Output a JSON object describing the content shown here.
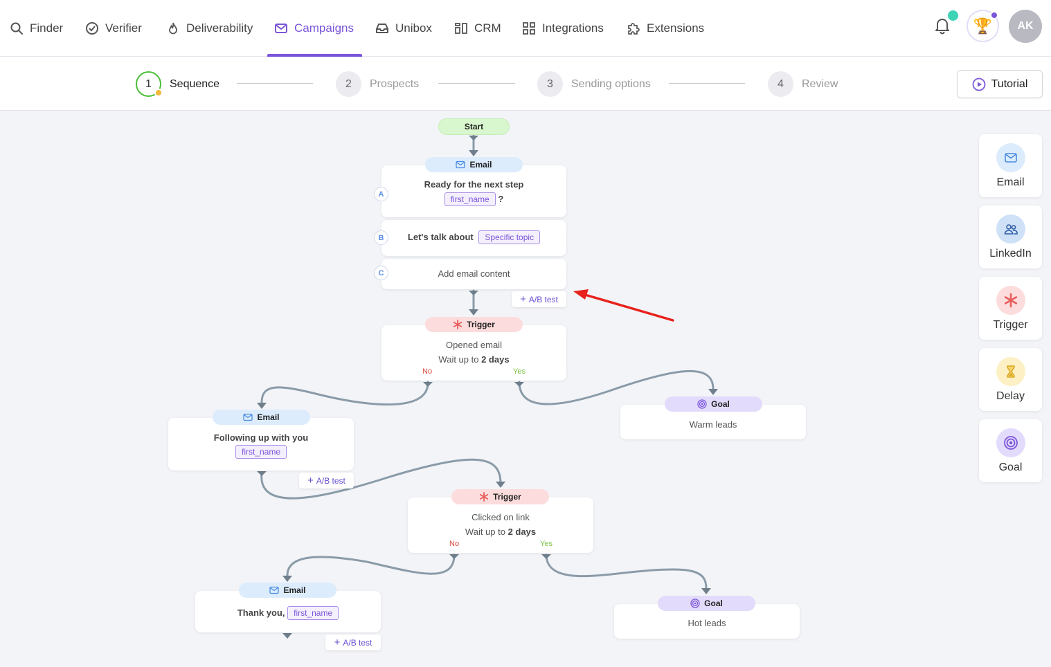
{
  "nav": {
    "items": [
      {
        "label": "Finder",
        "icon": "search-icon"
      },
      {
        "label": "Verifier",
        "icon": "check-circle-icon"
      },
      {
        "label": "Deliverability",
        "icon": "flame-icon"
      },
      {
        "label": "Campaigns",
        "icon": "mail-icon",
        "active": true
      },
      {
        "label": "Unibox",
        "icon": "inbox-icon"
      },
      {
        "label": "CRM",
        "icon": "crm-icon"
      },
      {
        "label": "Integrations",
        "icon": "grid-icon"
      },
      {
        "label": "Extensions",
        "icon": "puzzle-icon"
      }
    ],
    "avatar_initials": "AK",
    "trophy_icon": "🏆"
  },
  "stepper": {
    "steps": [
      {
        "num": "1",
        "label": "Sequence"
      },
      {
        "num": "2",
        "label": "Prospects"
      },
      {
        "num": "3",
        "label": "Sending options"
      },
      {
        "num": "4",
        "label": "Review"
      }
    ],
    "tutorial_label": "Tutorial"
  },
  "flow": {
    "start_label": "Start",
    "email1": {
      "pill": "Email",
      "variant_a": {
        "letter": "A",
        "text": "Ready for the next step",
        "tag": "first_name",
        "suffix": "?"
      },
      "variant_b": {
        "letter": "B",
        "text": "Let's talk about",
        "tag": "Specific topic"
      },
      "variant_c": {
        "letter": "C",
        "text": "Add email content"
      },
      "ab_test": "A/B test"
    },
    "trigger1": {
      "pill": "Trigger",
      "text": "Opened email",
      "wait_prefix": "Wait up to",
      "wait_value": "2 days",
      "no": "No",
      "yes": "Yes"
    },
    "goal1": {
      "pill": "Goal",
      "text": "Warm leads"
    },
    "email2": {
      "pill": "Email",
      "text": "Following up with you",
      "tag": "first_name",
      "ab_test": "A/B test"
    },
    "trigger2": {
      "pill": "Trigger",
      "text": "Clicked on link",
      "wait_prefix": "Wait up to",
      "wait_value": "2 days",
      "no": "No",
      "yes": "Yes"
    },
    "email3": {
      "pill": "Email",
      "text": "Thank you,",
      "tag": "first_name",
      "ab_test": "A/B test"
    },
    "goal2": {
      "pill": "Goal",
      "text": "Hot leads"
    }
  },
  "palette": {
    "items": [
      {
        "label": "Email",
        "icon": "mail-icon",
        "color": "#dcecfd"
      },
      {
        "label": "LinkedIn",
        "icon": "people-icon",
        "color": "#cfe1f7"
      },
      {
        "label": "Trigger",
        "icon": "asterisk-icon",
        "color": "#fcdcdc"
      },
      {
        "label": "Delay",
        "icon": "hourglass-icon",
        "color": "#fdf0c4"
      },
      {
        "label": "Goal",
        "icon": "target-icon",
        "color": "#e3dbfb"
      }
    ]
  },
  "colors": {
    "accent": "#7b55d9",
    "connector": "#8a9ba8",
    "annotation_arrow": "#e8221c"
  }
}
